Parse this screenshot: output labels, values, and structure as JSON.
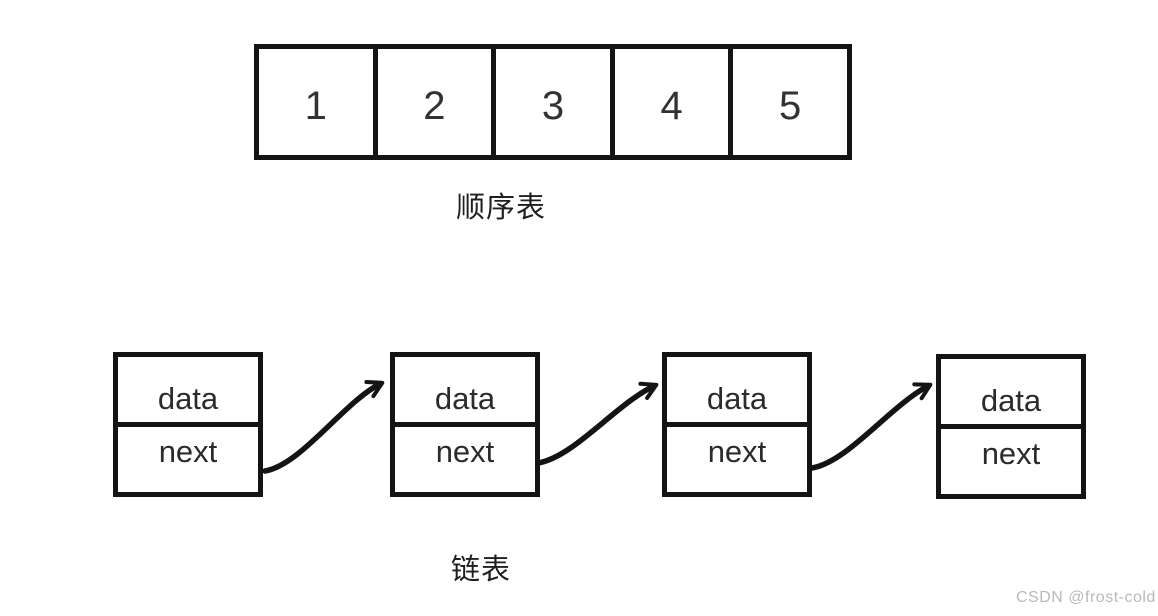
{
  "sequential_list": {
    "caption": "顺序表",
    "cells": [
      "1",
      "2",
      "3",
      "4",
      "5"
    ]
  },
  "linked_list": {
    "caption": "链表",
    "nodes": [
      {
        "data_label": "data",
        "next_label": "next"
      },
      {
        "data_label": "data",
        "next_label": "next"
      },
      {
        "data_label": "data",
        "next_label": "next"
      },
      {
        "data_label": "data",
        "next_label": "next"
      }
    ],
    "arrow_count": 3
  },
  "watermark": "CSDN @frost-cold",
  "colors": {
    "line": "#141414",
    "text": "#323232",
    "watermark": "#b9b9b9"
  }
}
